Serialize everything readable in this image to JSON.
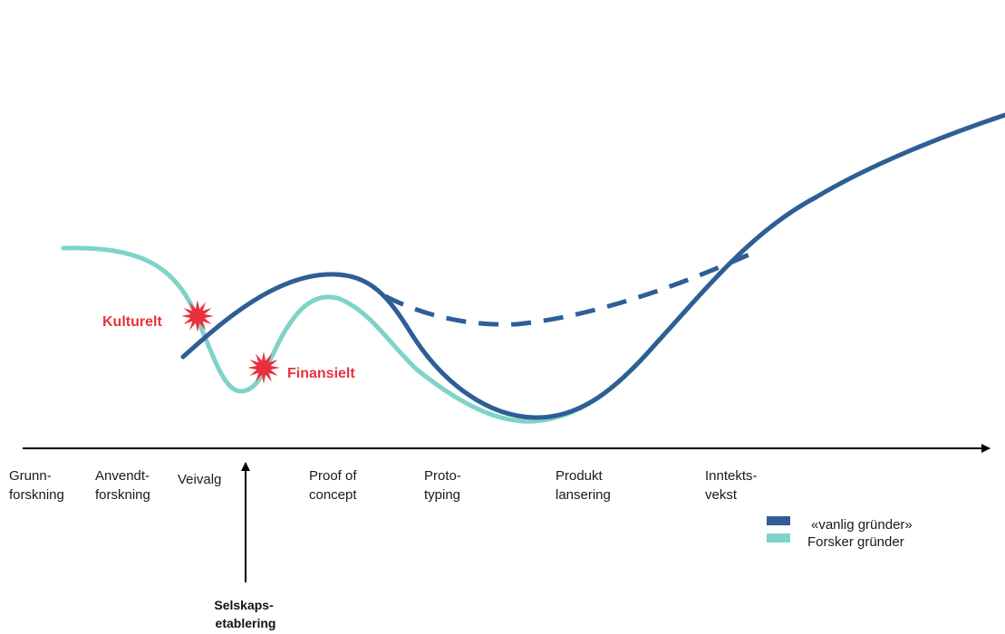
{
  "colors": {
    "vanlig": "#2E5E95",
    "forsker": "#7FD3C9",
    "burst": "#E8313F",
    "axis": "#000000"
  },
  "stages": [
    [
      "Grunn-",
      "forskning"
    ],
    [
      "Anvendt-",
      "forskning"
    ],
    [
      "Veivalg"
    ],
    [
      "Proof of",
      "concept"
    ],
    [
      "Proto-",
      "typing"
    ],
    [
      "Produkt",
      "lansering"
    ],
    [
      "Inntekts-",
      "vekst"
    ]
  ],
  "barriers": {
    "kulturelt": "Kulturelt",
    "finansielt": "Finansielt"
  },
  "company_formation": [
    "Selskaps-",
    "etablering"
  ],
  "legend": [
    {
      "key": "vanlig",
      "label": "«vanlig gründer»"
    },
    {
      "key": "forsker",
      "label": "Forsker gründer"
    }
  ]
}
